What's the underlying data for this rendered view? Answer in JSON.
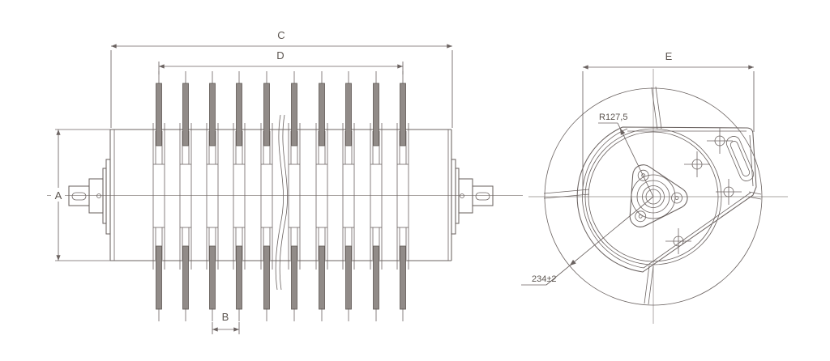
{
  "colors": {
    "background": "#ffffff",
    "line": "#6b6361",
    "blade_fill": "#918b88",
    "text": "#5b544f"
  },
  "side_view": {
    "dim_diameter_label": "A",
    "dim_spacing_label": "B",
    "dim_overall_label": "C",
    "dim_blade_span_label": "D"
  },
  "end_view": {
    "dim_width_label": "E",
    "radius_label": "R127,5",
    "offset_label": "234±2"
  }
}
